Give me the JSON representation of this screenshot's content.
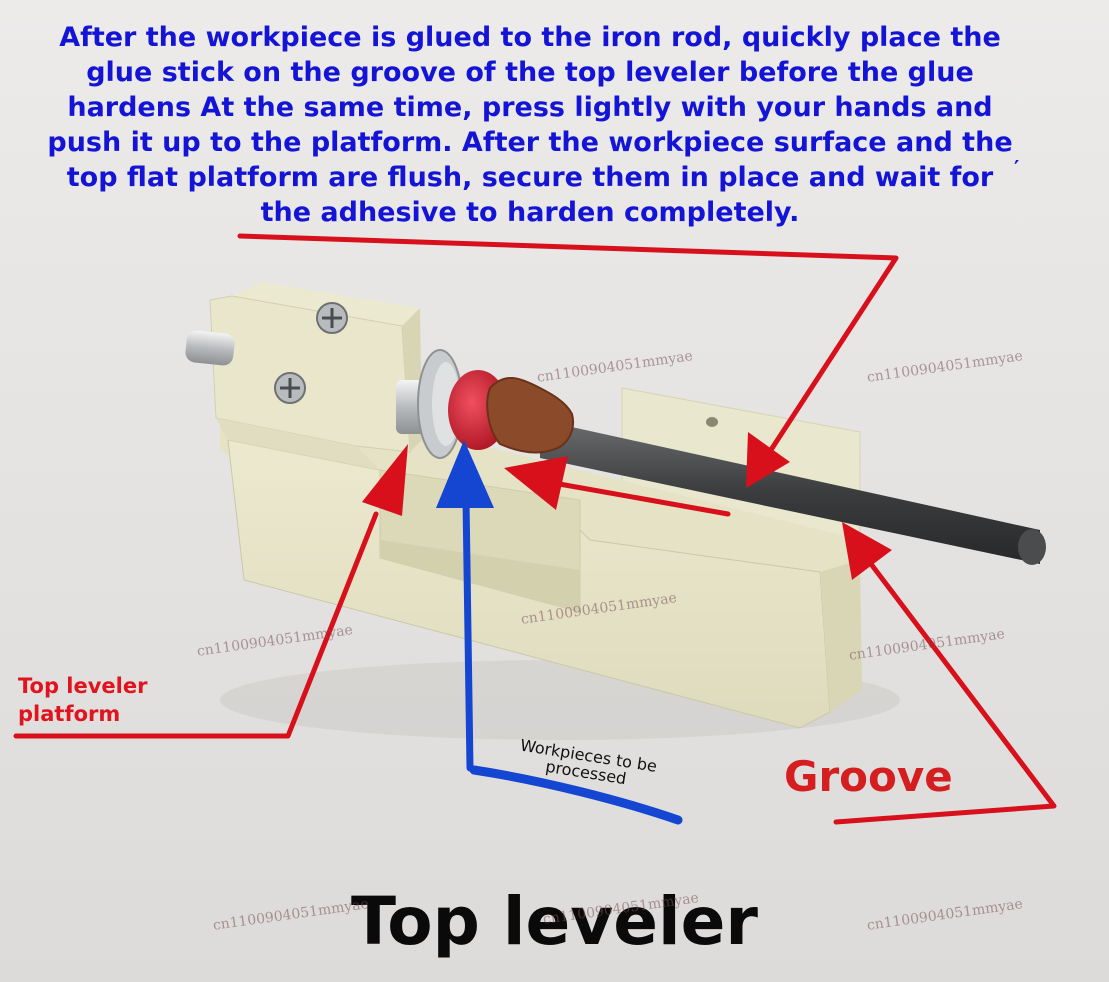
{
  "caption": "After the workpiece is glued to the iron rod, quickly place the glue stick on the groove of the top leveler before the glue hardens At the same time, press lightly with your hands and push it up to the platform. After the workpiece surface and the top flat platform are flush, secure them in place and wait for the adhesive to harden completely.",
  "labels": {
    "platform": "Top leveler platform",
    "groove": "Groove",
    "workpiece": "Workpieces to be processed",
    "title": "Top leveler",
    "tick": "′"
  },
  "watermark": "cn1100904051mmyae",
  "colors": {
    "caption": "#1414d6",
    "arrow_red": "#d8101c",
    "arrow_blue": "#1446d2",
    "device_body": "#e7e4c6",
    "background": "#e6e4e3"
  }
}
